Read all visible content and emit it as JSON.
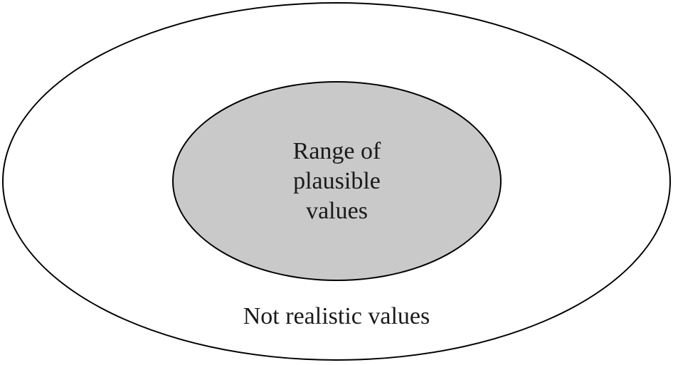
{
  "diagram": {
    "inner": {
      "lines": [
        "Range of",
        "plausible",
        "values"
      ]
    },
    "outer": {
      "label": "Not realistic values"
    },
    "colors": {
      "background": "#ffffff",
      "outer_fill": "#ffffff",
      "inner_fill": "#c9c9c9",
      "stroke": "#000000",
      "text": "#1a1a1a"
    }
  }
}
